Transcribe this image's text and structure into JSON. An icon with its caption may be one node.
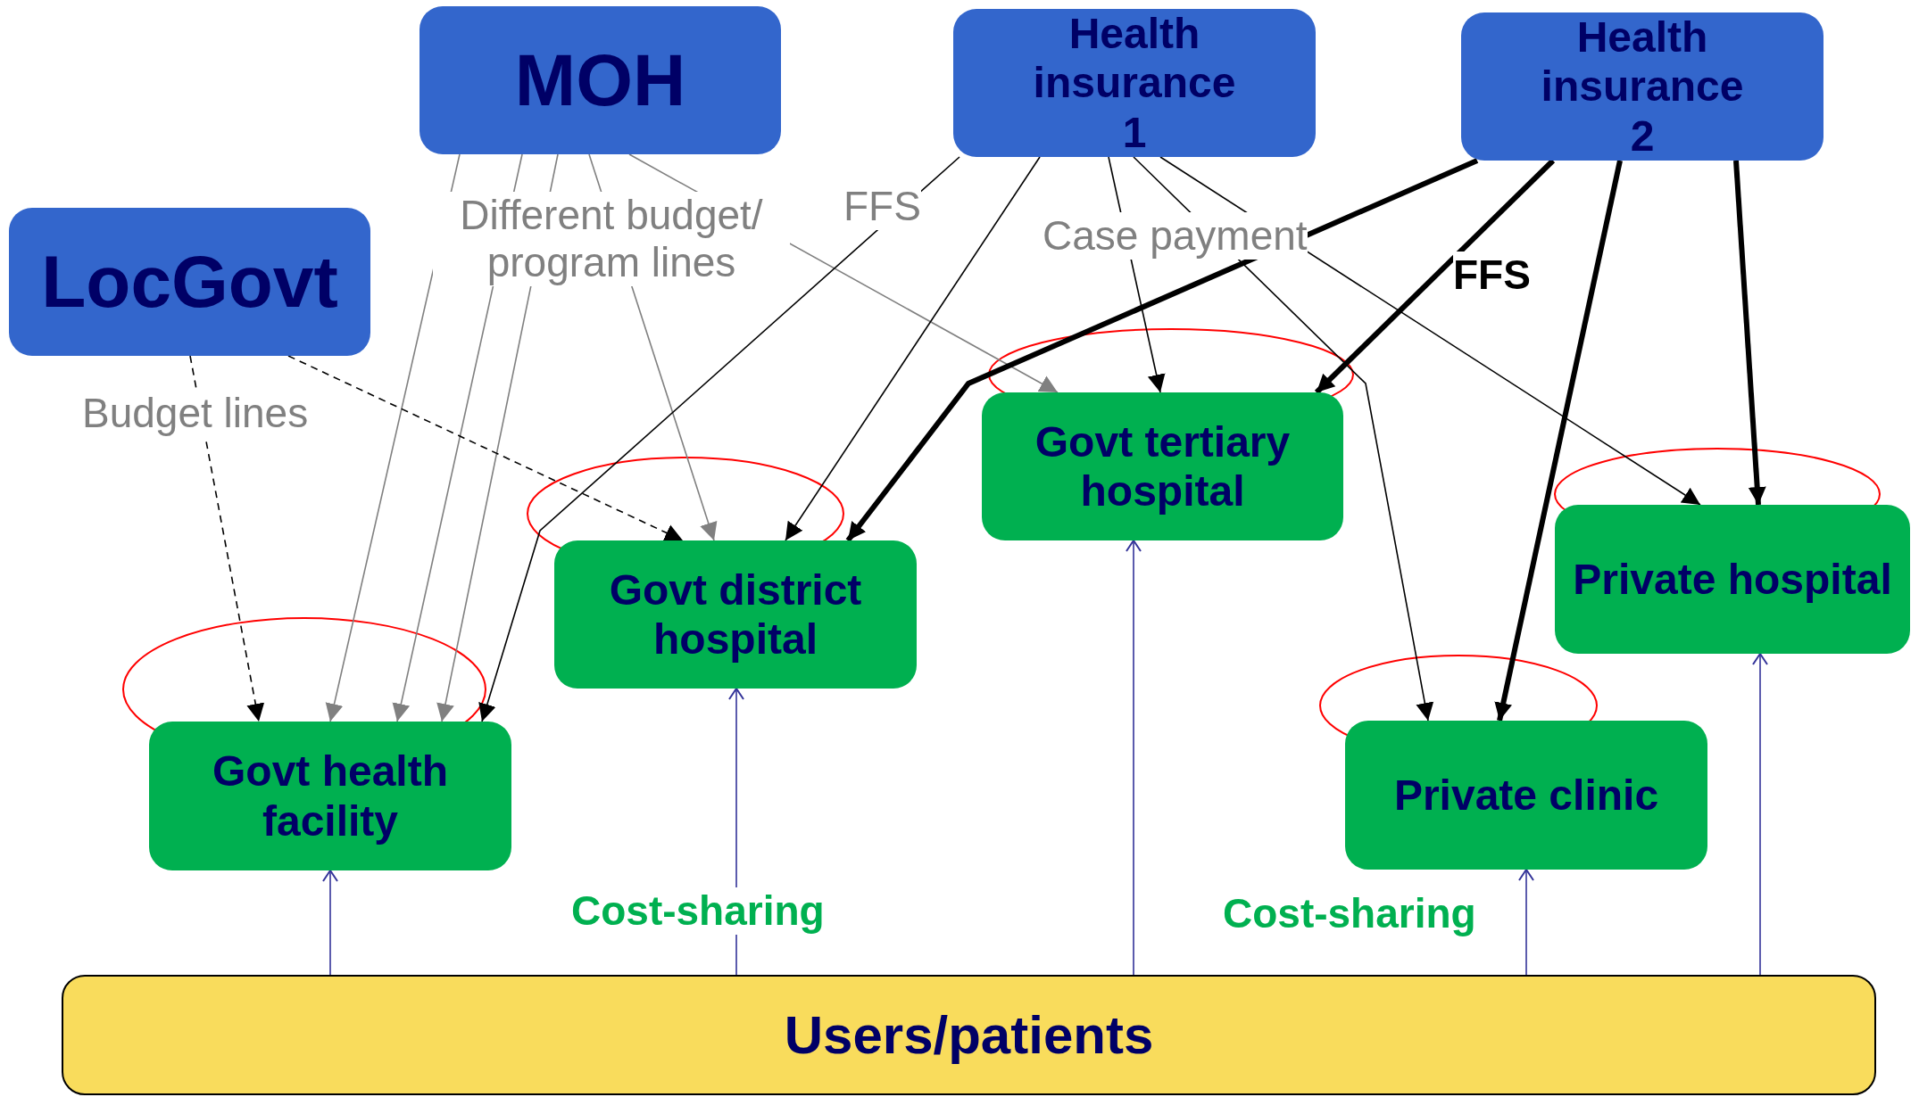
{
  "diagram": {
    "nodes": [
      {
        "text": [
          "MOH"
        ]
      },
      {
        "text": [
          "Health insurance 1"
        ]
      },
      {
        "text": [
          "Health insurance 2"
        ]
      },
      {
        "text": [
          "LocGovt"
        ]
      },
      {
        "text": [
          "Govt tertiary hospital"
        ]
      },
      {
        "text": [
          "Govt district hospital"
        ]
      },
      {
        "text": [
          "Private hospital"
        ]
      },
      {
        "text": [
          "Govt health facility"
        ]
      },
      {
        "text": [
          "Private clinic"
        ]
      },
      {
        "text": [
          "Users/patients"
        ]
      }
    ],
    "edges": [
      {
        "from": 0,
        "to": 7,
        "arrow": "to",
        "color": "#808080"
      },
      {
        "from": 0,
        "to": 7,
        "arrow": "to",
        "color": "#808080"
      },
      {
        "from": 0,
        "to": 7,
        "arrow": "to",
        "color": "#808080"
      },
      {
        "from": 0,
        "to": 5,
        "arrow": "to",
        "color": "#808080"
      },
      {
        "from": 0,
        "to": 4,
        "arrow": "to",
        "color": "#808080"
      },
      {
        "from": 3,
        "to": 7,
        "arrow": "to",
        "style": "dashed"
      },
      {
        "from": 3,
        "to": 5,
        "arrow": "to",
        "style": "dashed"
      },
      {
        "from": 1,
        "to": 7,
        "arrow": "to"
      },
      {
        "from": 1,
        "to": 5,
        "arrow": "to"
      },
      {
        "from": 1,
        "to": 4,
        "arrow": "to"
      },
      {
        "from": 1,
        "to": 8,
        "arrow": "to"
      },
      {
        "from": 1,
        "to": 6,
        "arrow": "to"
      },
      {
        "from": 2,
        "to": 5,
        "arrow": "to",
        "style": "thick"
      },
      {
        "from": 2,
        "to": 4,
        "arrow": "to",
        "style": "thick"
      },
      {
        "from": 2,
        "to": 8,
        "arrow": "to",
        "style": "thick"
      },
      {
        "from": 2,
        "to": 6,
        "arrow": "to",
        "style": "thick"
      },
      {
        "from": 9,
        "to": 7,
        "arrow": "to",
        "color": "#333399"
      },
      {
        "from": 9,
        "to": 5,
        "arrow": "to",
        "color": "#333399"
      },
      {
        "from": 9,
        "to": 4,
        "arrow": "to",
        "color": "#333399"
      },
      {
        "from": 9,
        "to": 8,
        "arrow": "to",
        "color": "#333399"
      },
      {
        "from": 9,
        "to": 6,
        "arrow": "to",
        "color": "#333399"
      }
    ],
    "labels": [
      "Different budget/ program lines",
      "FFS",
      "Case payment",
      "FFS",
      "Budget lines",
      "Cost-sharing",
      "Cost-sharing"
    ]
  }
}
